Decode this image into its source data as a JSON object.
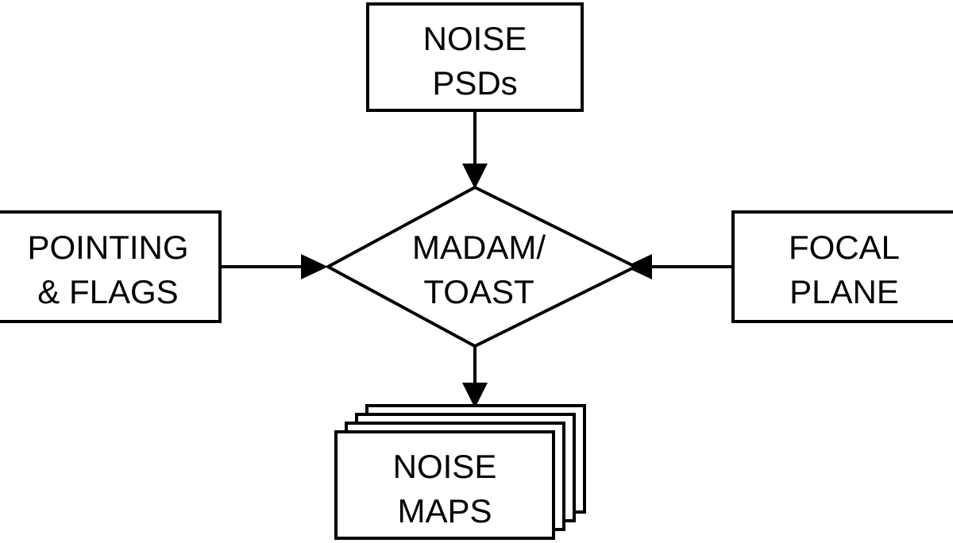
{
  "diagram": {
    "title": "MADAM/TOAST noise map processing flow",
    "background_color": "#ffffff",
    "stroke_color": "#000000",
    "nodes": {
      "noise_psds": {
        "shape": "rectangle",
        "line1": "NOISE",
        "line2": "PSDs"
      },
      "pointing_flags": {
        "shape": "rectangle",
        "line1": "POINTING",
        "line2": "& FLAGS"
      },
      "focal_plane": {
        "shape": "rectangle",
        "line1": "FOCAL",
        "line2": "PLANE"
      },
      "madam_toast": {
        "shape": "diamond",
        "line1": "MADAM/",
        "line2": "TOAST"
      },
      "noise_maps": {
        "shape": "stacked-rectangles",
        "stack_count": 4,
        "line1": "NOISE",
        "line2": "MAPS"
      }
    },
    "connectors": [
      {
        "name": "psds-to-madam",
        "from": "noise_psds",
        "to": "madam_toast",
        "direction": "down",
        "arrowhead": "filled-triangle"
      },
      {
        "name": "pointing-to-madam",
        "from": "pointing_flags",
        "to": "madam_toast",
        "direction": "right",
        "arrowhead": "filled-triangle"
      },
      {
        "name": "focalplane-to-madam",
        "from": "focal_plane",
        "to": "madam_toast",
        "direction": "left",
        "arrowhead": "filled-triangle"
      },
      {
        "name": "madam-to-maps",
        "from": "madam_toast",
        "to": "noise_maps",
        "direction": "down",
        "arrowhead": "filled-triangle"
      }
    ]
  }
}
